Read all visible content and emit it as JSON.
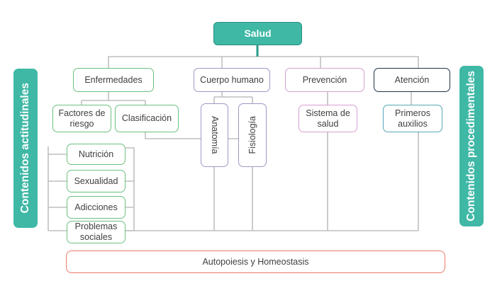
{
  "root": {
    "label": "Salud"
  },
  "side_left": {
    "label": "Contenidos actitudinales"
  },
  "side_right": {
    "label": "Contenidos procedimentales"
  },
  "branches": {
    "enfermedades": "Enfermedades",
    "cuerpo_humano": "Cuerpo humano",
    "prevencion": "Prevención",
    "atencion": "Atención"
  },
  "sub": {
    "factores_riesgo": "Factores de riesgo",
    "clasificacion": "Clasificación",
    "anatomia": "Anatomía",
    "fisiologia": "Fisiología",
    "sistema_salud": "Sistema de salud",
    "primeros_auxilios": "Primeros auxilios"
  },
  "risk_factors": [
    "Nutrición",
    "Sexualidad",
    "Adicciones",
    "Problemas sociales"
  ],
  "base": {
    "label": "Autopoiesis y Homeostasis"
  },
  "colors": {
    "root": "#3fb8a6",
    "enfermedades": "#6cc081",
    "cuerpo_humano": "#9d98c8",
    "prevencion": "#d79fcf",
    "atencion": "#1f3347",
    "primeros_auxilios": "#56a9b8",
    "base": "#ec7a6a",
    "connector": "#bfbfbf"
  }
}
